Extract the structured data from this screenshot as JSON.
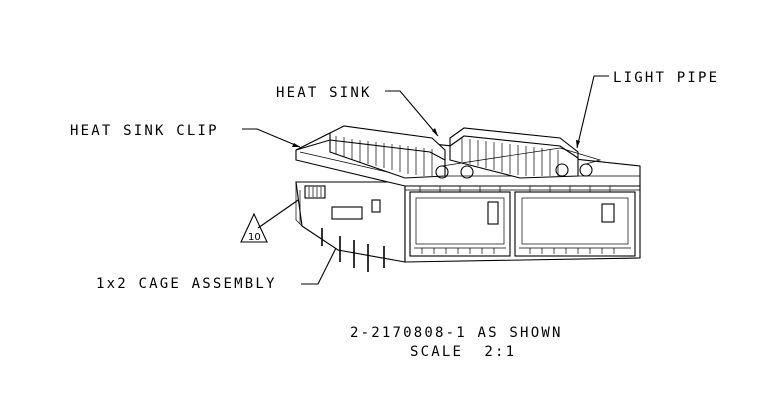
{
  "callouts": {
    "heat_sink": "HEAT SINK",
    "light_pipe": "LIGHT PIPE",
    "heat_sink_clip": "HEAT SINK CLIP",
    "cage_assembly": "1x2 CAGE ASSEMBLY",
    "revision_flag": "10"
  },
  "notes": {
    "part_number": "2-2170808-1 AS SHOWN",
    "scale": "SCALE  2:1"
  }
}
